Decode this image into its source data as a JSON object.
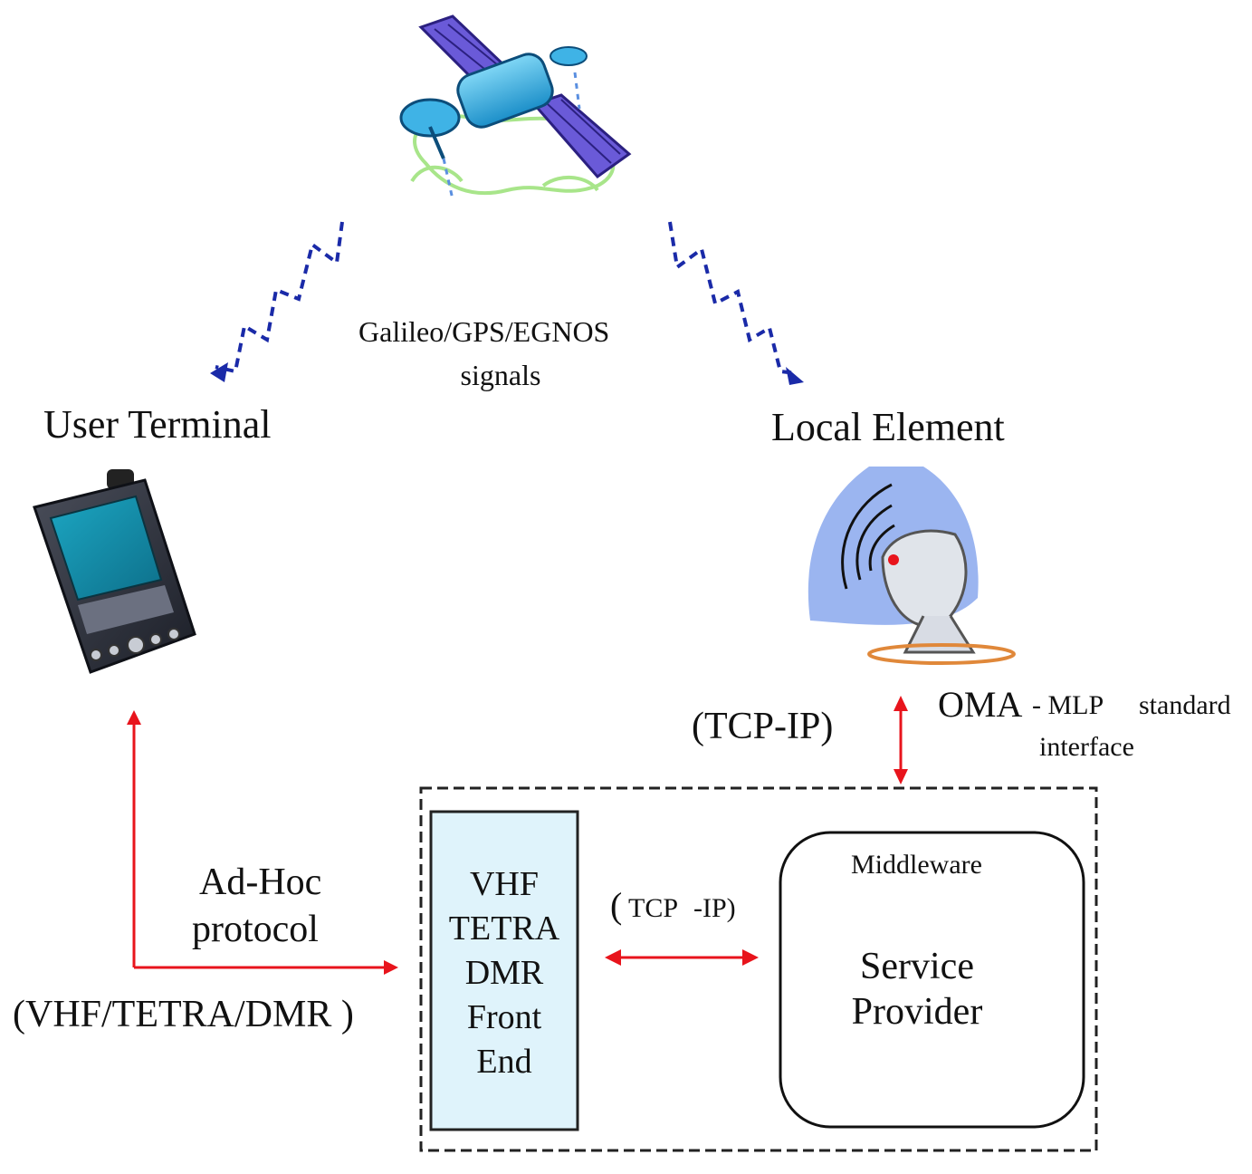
{
  "signals": {
    "line1": "Galileo/GPS/EGNOS",
    "line2": "signals"
  },
  "user_terminal": {
    "label": "User Terminal"
  },
  "local_element": {
    "label": "Local Element"
  },
  "oma": {
    "oma": "OMA",
    "mlp": "- MLP",
    "standard": "standard",
    "interface": "interface"
  },
  "tcp_ip_top": "(TCP-IP)",
  "adhoc": {
    "line1": "Ad-Hoc",
    "line2": "protocol",
    "line3": "(VHF/TETRA/DMR  )"
  },
  "front_end": {
    "lines": [
      "VHF",
      "TETRA",
      "DMR",
      "Front",
      "End"
    ]
  },
  "tcp_ip_mid": {
    "open": "(",
    "tcp": "TCP",
    "ip": "-IP)"
  },
  "middleware": {
    "label": "Middleware",
    "service": "Service",
    "provider": "Provider"
  },
  "colors": {
    "arrow_red": "#e8141c",
    "front_end_fill": "#dff3fb",
    "signal_blue": "#1a2aa8"
  },
  "icons": {
    "satellite": "satellite-icon",
    "pda": "pda-device-icon",
    "dish": "satellite-dish-icon"
  }
}
